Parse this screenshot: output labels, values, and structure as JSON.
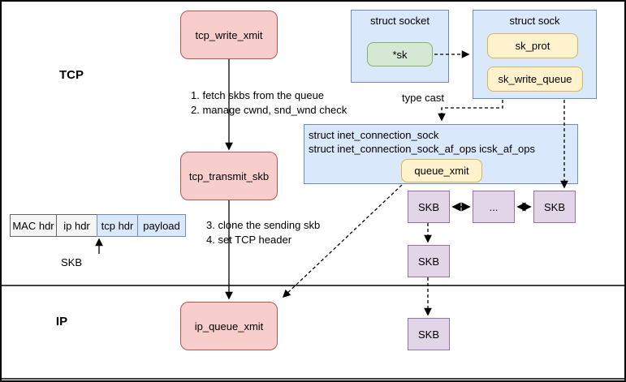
{
  "colors": {
    "function_box_fill": "#f8cecc",
    "function_box_stroke": "#b85450",
    "struct_box_fill": "#dae8fc",
    "struct_box_stroke": "#6c8ebf",
    "pointer_box_fill": "#d5e8d4",
    "pointer_box_stroke": "#82b366",
    "field_box_fill": "#fff2cc",
    "field_box_stroke": "#d6b656",
    "skb_box_fill": "#e1d5e7",
    "skb_box_stroke": "#9673a6",
    "hdr_box_fill": "#f5f5f5",
    "hdr_box_stroke": "#666666"
  },
  "layers": {
    "tcp": "TCP",
    "ip": "IP"
  },
  "functions": {
    "tcp_write_xmit": "tcp_write_xmit",
    "tcp_transmit_skb": "tcp_transmit_skb",
    "ip_queue_xmit": "ip_queue_xmit"
  },
  "struct_socket": {
    "title": "struct socket",
    "sk": "*sk"
  },
  "struct_sock": {
    "title": "struct sock",
    "sk_prot": "sk_prot",
    "sk_write_queue": "sk_write_queue"
  },
  "inet_connection_sock": {
    "line1": "struct inet_connection_sock",
    "line2": "struct inet_connection_sock_af_ops icsk_af_ops",
    "queue_xmit": "queue_xmit"
  },
  "annotations": {
    "step1": "1. fetch skbs from the queue",
    "step2": "2. manage cwnd, snd_wnd check",
    "step3": "3. clone the sending skb",
    "step4": "4. set TCP header",
    "type_cast": "type cast"
  },
  "skb_queue": {
    "left": "SKB",
    "middle": "...",
    "right": "SKB",
    "cloned": "SKB",
    "sent": "SKB"
  },
  "packet": {
    "mac_hdr": "MAC hdr",
    "ip_hdr": "ip hdr",
    "tcp_hdr": "tcp hdr",
    "payload": "payload",
    "label": "SKB"
  }
}
